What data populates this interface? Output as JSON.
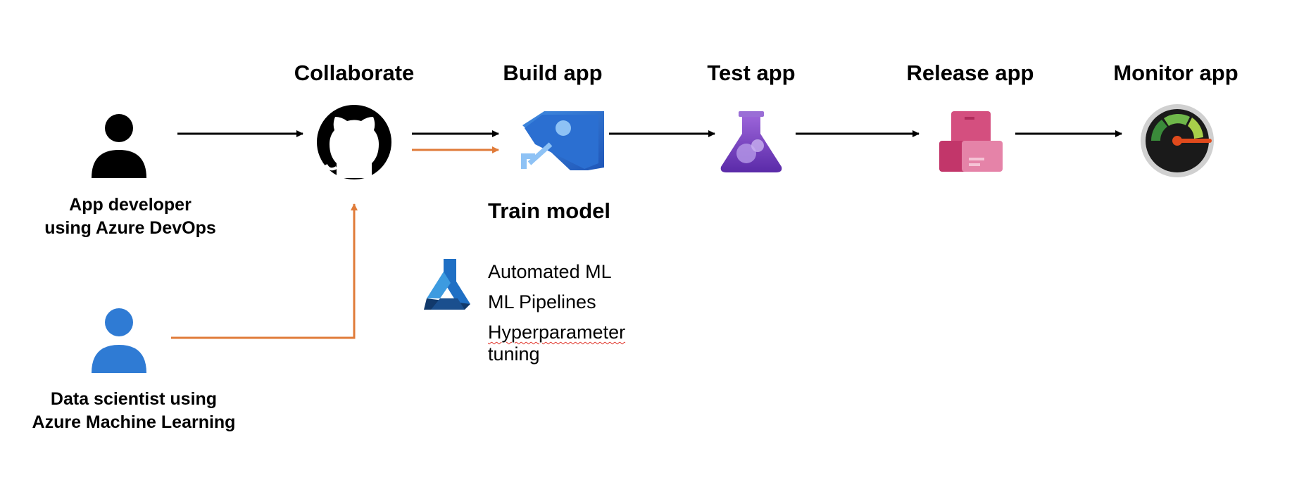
{
  "actors": {
    "app_developer": {
      "label_line1": "App developer",
      "label_line2": "using Azure DevOps",
      "color": "#000000"
    },
    "data_scientist": {
      "label_line1": "Data scientist using",
      "label_line2": "Azure Machine Learning",
      "color": "#2f7bd4"
    }
  },
  "stages": {
    "collaborate": {
      "title": "Collaborate",
      "icon": "github-icon"
    },
    "build": {
      "title": "Build app",
      "icon": "azure-pipelines-icon"
    },
    "test": {
      "title": "Test app",
      "icon": "test-plans-flask-icon"
    },
    "release": {
      "title": "Release app",
      "icon": "artifacts-boxes-icon"
    },
    "monitor": {
      "title": "Monitor app",
      "icon": "monitor-gauge-icon"
    }
  },
  "train": {
    "title": "Train model",
    "icon": "azure-machine-learning-icon",
    "items": [
      "Automated ML",
      "ML Pipelines",
      "Hyperparameter",
      "tuning"
    ]
  },
  "colors": {
    "arrow": "#000000",
    "data_flow": "#e07b39",
    "accent_blue": "#2f7bd4"
  }
}
